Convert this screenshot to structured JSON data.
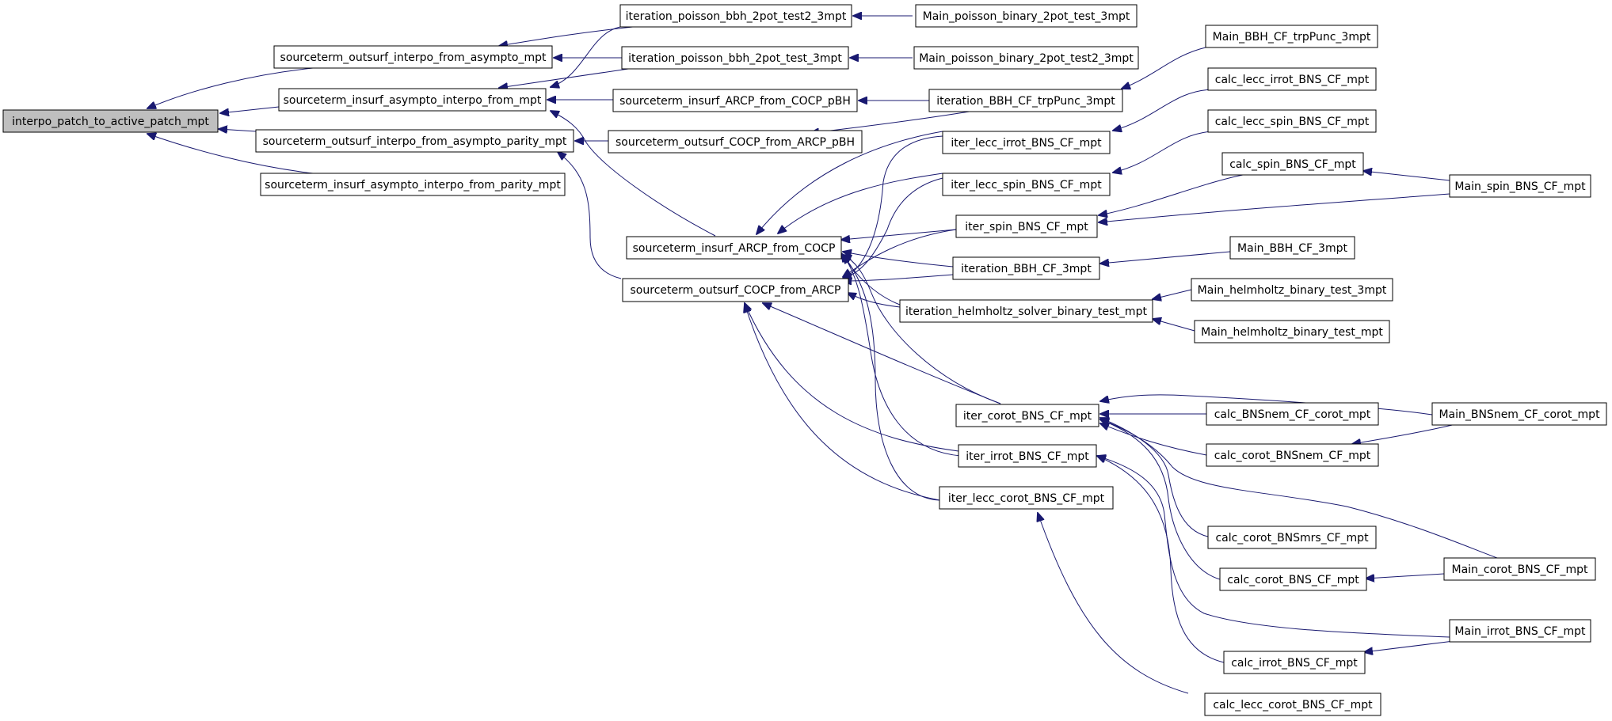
{
  "graph": {
    "root": "interpo_patch_to_active_patch_mpt",
    "colors": {
      "edge": "#191970",
      "root_fill": "#bfbfbf",
      "node_fill": "#ffffff",
      "border": "#000000"
    },
    "nodes": {
      "n0": "interpo_patch_to_active_patch_mpt",
      "n1": "sourceterm_outsurf_interpo_from_asympto_mpt",
      "n2": "sourceterm_insurf_asympto_interpo_from_mpt",
      "n3": "sourceterm_outsurf_interpo_from_asympto_parity_mpt",
      "n4": "sourceterm_insurf_asympto_interpo_from_parity_mpt",
      "n5": "iteration_poisson_bbh_2pot_test2_3mpt",
      "n6": "iteration_poisson_bbh_2pot_test_3mpt",
      "n7": "sourceterm_insurf_ARCP_from_COCP_pBH",
      "n8": "sourceterm_outsurf_COCP_from_ARCP_pBH",
      "n9": "sourceterm_insurf_ARCP_from_COCP",
      "n10": "sourceterm_outsurf_COCP_from_ARCP",
      "n11": "Main_poisson_binary_2pot_test_3mpt",
      "n12": "Main_poisson_binary_2pot_test2_3mpt",
      "n13": "iteration_BBH_CF_trpPunc_3mpt",
      "n14": "iter_lecc_irrot_BNS_CF_mpt",
      "n15": "iter_lecc_spin_BNS_CF_mpt",
      "n16": "iter_spin_BNS_CF_mpt",
      "n17": "iteration_BBH_CF_3mpt",
      "n18": "iteration_helmholtz_solver_binary_test_mpt",
      "n19": "iter_corot_BNS_CF_mpt",
      "n20": "iter_irrot_BNS_CF_mpt",
      "n21": "iter_lecc_corot_BNS_CF_mpt",
      "n22": "Main_BBH_CF_trpPunc_3mpt",
      "n23": "calc_lecc_irrot_BNS_CF_mpt",
      "n24": "calc_lecc_spin_BNS_CF_mpt",
      "n25": "calc_spin_BNS_CF_mpt",
      "n26": "Main_spin_BNS_CF_mpt",
      "n27": "Main_BBH_CF_3mpt",
      "n28": "Main_helmholtz_binary_test_3mpt",
      "n29": "Main_helmholtz_binary_test_mpt",
      "n30": "calc_BNSnem_CF_corot_mpt",
      "n31": "Main_BNSnem_CF_corot_mpt",
      "n32": "calc_corot_BNSnem_CF_mpt",
      "n33": "calc_corot_BNSmrs_CF_mpt",
      "n34": "calc_corot_BNS_CF_mpt",
      "n35": "Main_corot_BNS_CF_mpt",
      "n36": "Main_irrot_BNS_CF_mpt",
      "n37": "calc_irrot_BNS_CF_mpt",
      "n38": "calc_lecc_corot_BNS_CF_mpt"
    }
  }
}
